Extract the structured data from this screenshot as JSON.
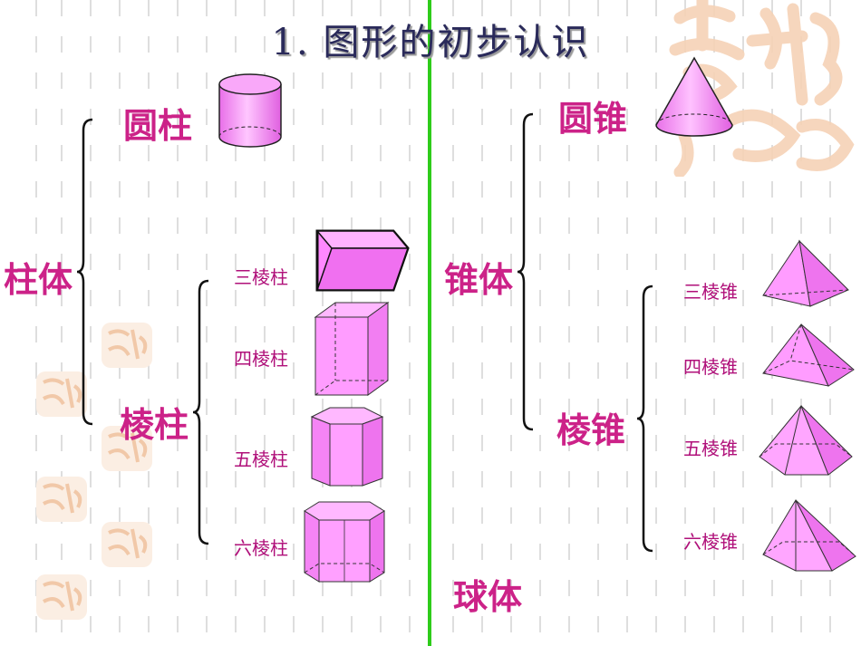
{
  "title": "1. 图形的初步认识",
  "left": {
    "root": "柱体",
    "cylinder": "圆柱",
    "prism": "棱柱",
    "prisms": [
      "三棱柱",
      "四棱柱",
      "五棱柱",
      "六棱柱"
    ]
  },
  "right": {
    "root": "锥体",
    "cone": "圆锥",
    "pyramid": "棱锥",
    "pyramids": [
      "三棱锥",
      "四棱锥",
      "五棱锥",
      "六棱锥"
    ],
    "sphere": "球体"
  },
  "colors": {
    "label": "#cc2288",
    "shape_fill": "#ff99ff",
    "divider": "#2ecc1a"
  }
}
